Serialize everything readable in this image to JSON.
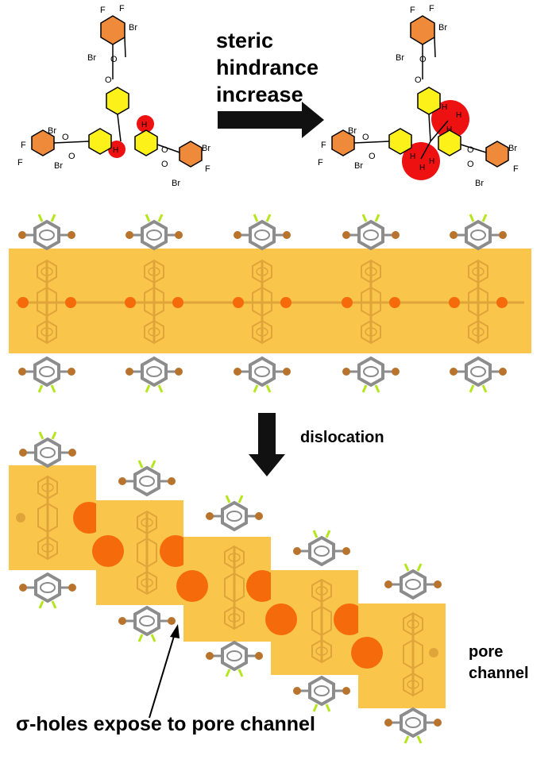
{
  "labels": {
    "steric_line1": "steric",
    "steric_line2": "hindrance",
    "steric_line3": "increase",
    "dislocation": "dislocation",
    "pore_line1": "pore",
    "pore_line2": "channel",
    "sigma_holes": "σ-holes expose to pore channel"
  },
  "molecule_labels": {
    "oxygen": "O",
    "bromine": "Br",
    "fluorine": "F",
    "hydrogen": "H"
  },
  "colors": {
    "band_orange": "#f9c54a",
    "atom_highlight": "#f56b0c",
    "steric_circle": "#ee1111",
    "benzene_yellow": "#fdf11a",
    "ring_orange": "#ef8a3a",
    "bromine_brown": "#b8732d",
    "fluorine_green": "#b5e61d",
    "carbon_gray": "#8c8c8c"
  }
}
